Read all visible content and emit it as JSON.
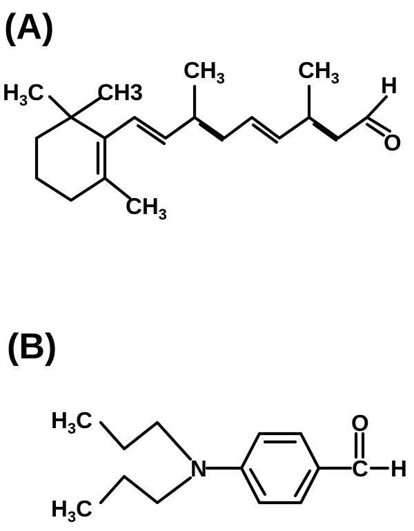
{
  "panels": [
    {
      "label": "(A)",
      "atoms": {
        "h3c_gem": {
          "main": "H",
          "sub": "3",
          "tail": "C"
        },
        "ch3_gem": "CH3",
        "ch3_ring": {
          "main": "CH",
          "sub": "3"
        },
        "ch3_top1": {
          "main": "CH",
          "sub": "3"
        },
        "ch3_top2": {
          "main": "CH",
          "sub": "3"
        },
        "aldehyde_h": "H",
        "aldehyde_o": "O"
      }
    },
    {
      "label": "(B)",
      "atoms": {
        "h3c_top": {
          "main": "H",
          "sub": "3",
          "tail": "C"
        },
        "h3c_bottom": {
          "main": "H",
          "sub": "3",
          "tail": "C"
        },
        "nitrogen": "N",
        "oxygen": "O",
        "carbon": "C",
        "hydrogen": "H"
      }
    }
  ]
}
